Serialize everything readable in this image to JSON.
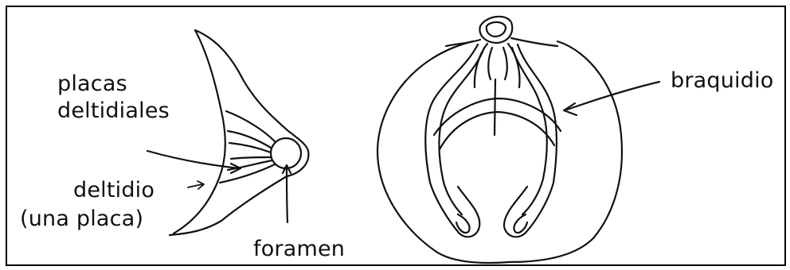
{
  "left_panel": {
    "labels": {
      "placas": "placas",
      "deltidiales": "deltidiales",
      "deltidio": "deltidio",
      "una_placa": "(una placa)",
      "foramen": "foramen"
    }
  },
  "right_panel": {
    "labels": {
      "braquidio": "braquidio"
    }
  },
  "colors": {
    "ink": "#111111",
    "border": "#000000",
    "background": "#ffffff"
  }
}
